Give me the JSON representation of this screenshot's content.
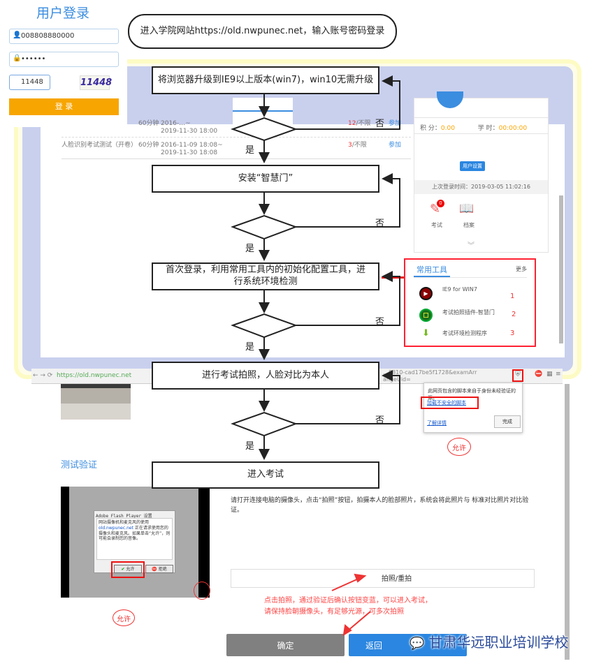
{
  "login": {
    "title": "用户登录",
    "username": "008808880000",
    "password": "••••••",
    "captcha_input": "11448",
    "captcha_image": "11448",
    "submit": "登 录"
  },
  "flow": {
    "start": "进入学院网站https://old.nwpunec.net，输入账号密码登录",
    "step1": "将浏览器升级到IE9以上版本(win7)，win10无需升级",
    "step2": "安装“智慧门”",
    "step3": "首次登录，利用常用工具内的初始化配置工具，进行系统环境检测",
    "step4": "进行考试拍照，人脸对比为本人",
    "step5": "进入考试",
    "yes": "是",
    "no": "否"
  },
  "exams": [
    {
      "name": "",
      "duration": "60分钟",
      "time": "2016-…~2019-11-30 18:00",
      "count": "12",
      "limit": "/不限",
      "action": "参加"
    },
    {
      "name": "人脸识别考试测试（开卷）",
      "duration": "60分钟",
      "time": "2016-11-09 18:08~2019-11-30 18:08",
      "count": "3",
      "limit": "/不限",
      "action": "参加"
    }
  ],
  "profile": {
    "score_label": "积 分：",
    "score": "0.00",
    "hours_label": "学 时：",
    "hours": "00:00:00",
    "settings": "用户设置",
    "last_login": "上次登录时间：2019-03-05 11:02:16",
    "exam_label": "考试",
    "exam_badge": "0",
    "archive_label": "档案"
  },
  "tools": {
    "title": "常用工具",
    "more": "更多",
    "items": [
      {
        "label": "IE9 for WIN7",
        "num": "1"
      },
      {
        "label": "考试拍照插件-智慧门",
        "num": "2"
      },
      {
        "label": "考试环境检测程序",
        "num": "3"
      }
    ]
  },
  "browser": {
    "url": "https://old.nwpunec.net",
    "url_tail": "…8810-cad17be5f1728&examArrangeUid="
  },
  "popup": {
    "message": "此网页包含的脚本来自于身份未经验证的源。",
    "load_link": "加载不安全的脚本",
    "learn_more": "了解详情",
    "done": "完成",
    "allow_note": "允许"
  },
  "verify": {
    "title": "测试验证",
    "flash_title": "Adobe Flash Player 设置",
    "flash_q": "网站摄像机和麦克风的使用",
    "flash_site": "old.nwpunec.net",
    "flash_text": "正在请求使用您的摄像头和麦克风。如果单击“允许”，则可能会录制您的音像。",
    "allow": "允许",
    "deny": "拒绝",
    "allow_note": "允许",
    "instructions": "请打开连接电脑的摄像头，点击“拍照”按钮，拍摄本人的脸部照片，系统会将此照片与 标准对比照片对比验证。",
    "capture": "拍照/重拍",
    "annotation1": "点击拍照，通过验证后确认按钮变蓝，可以进入考试，",
    "annotation2": "请保持脸朝摄像头，有足够光源，可多次拍照",
    "confirm": "确定",
    "back": "返回"
  },
  "watermark": "甘肃华远职业培训学校",
  "colors": {
    "accent": "#3b8de0",
    "orange": "#f7a500",
    "red": "#ee2233",
    "lavender": "#c9d0ee"
  }
}
